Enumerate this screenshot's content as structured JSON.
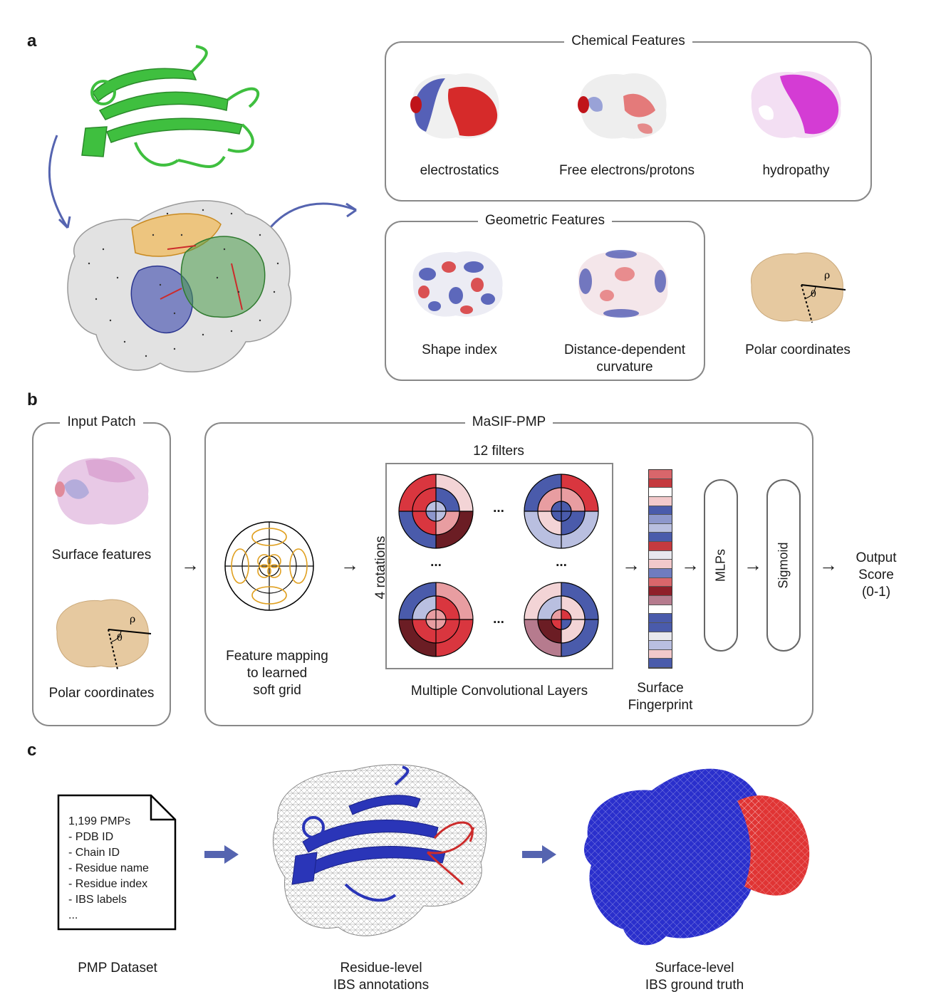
{
  "panels": {
    "a": "a",
    "b": "b",
    "c": "c"
  },
  "panel_a": {
    "chemical_title": "Chemical Features",
    "chemical_labels": [
      "electrostatics",
      "Free electrons/protons",
      "hydropathy"
    ],
    "geometric_title": "Geometric Features",
    "geometric_labels": [
      "Shape index",
      "Distance-dependent\ncurvature"
    ],
    "polar_label": "Polar coordinates",
    "rho": "ρ",
    "theta": "θ"
  },
  "panel_b": {
    "input_title": "Input Patch",
    "surface_features": "Surface features",
    "polar_coordinates": "Polar coordinates",
    "masif_title": "MaSIF-PMP",
    "feature_mapping": "Feature mapping\nto learned\nsoft grid",
    "filters": "12 filters",
    "rotations": "4 rotations",
    "ellipsis": "...",
    "conv_layers": "Multiple Convolutional Layers",
    "fingerprint": "Surface\nFingerprint",
    "mlps": "MLPs",
    "sigmoid": "Sigmoid",
    "output": "Output\nScore\n(0-1)",
    "arrow": "→",
    "fingerprint_colors": [
      "#d9666b",
      "#c53a3f",
      "#ffffff",
      "#f2c9cb",
      "#4a5bab",
      "#8d97cc",
      "#b9bfe0",
      "#4a5bab",
      "#c53a3f",
      "#e8e8ee",
      "#f2c9cb",
      "#6f7cbf",
      "#d9666b",
      "#8f1f2a",
      "#b67b8e",
      "#ffffff",
      "#4a5bab",
      "#4a5bab",
      "#e8e8ee",
      "#b9bfe0",
      "#f2c9cb",
      "#4a5bab"
    ]
  },
  "panel_c": {
    "doc_lines": "1,199 PMPs\n- PDB ID\n- Chain ID\n- Residue name\n- Residue index\n- IBS labels\n...",
    "dataset_label": "PMP Dataset",
    "residue_label": "Residue-level\nIBS annotations",
    "surface_label": "Surface-level\nIBS ground truth"
  },
  "colors": {
    "blue": "#3a47ad",
    "red": "#cc2b2b",
    "green": "#3fbf3f",
    "tan": "#e6c9a0",
    "arrow_blue": "#5564b0",
    "magenta": "#d43cd4"
  }
}
